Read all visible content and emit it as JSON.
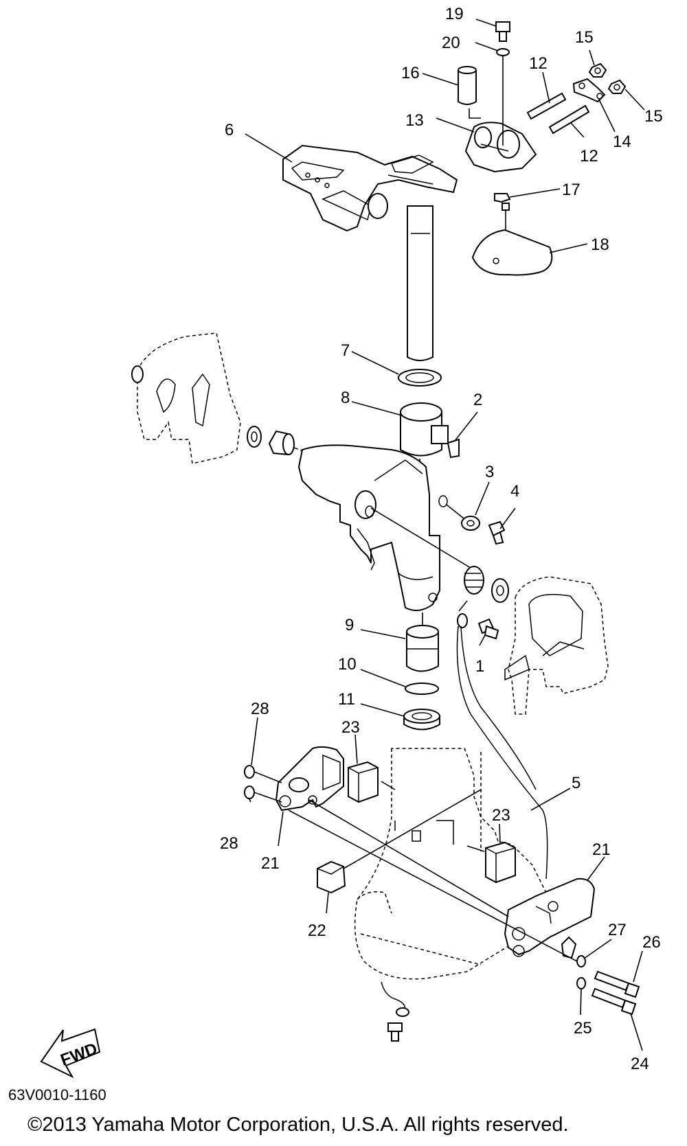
{
  "diagram": {
    "document_code": "63V0010-1160",
    "copyright": "©2013 Yamaha Motor Corporation, U.S.A. All rights reserved.",
    "fwd_label": "FWD",
    "callouts": [
      "1",
      "2",
      "3",
      "4",
      "5",
      "6",
      "7",
      "8",
      "9",
      "10",
      "11",
      "12",
      "12",
      "13",
      "14",
      "15",
      "15",
      "16",
      "17",
      "18",
      "19",
      "20",
      "21",
      "21",
      "22",
      "23",
      "23",
      "24",
      "25",
      "26",
      "27",
      "28",
      "28"
    ]
  }
}
